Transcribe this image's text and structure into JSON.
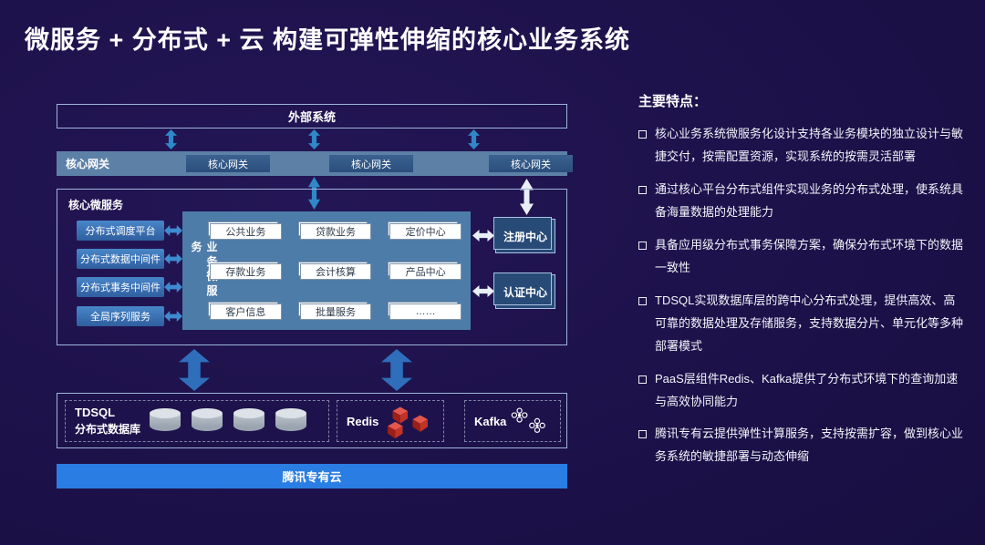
{
  "title": "微服务 + 分布式 + 云 构建可弹性伸缩的核心业务系统",
  "diagram": {
    "external_system": "外部系统",
    "gateway": {
      "label": "核心网关",
      "nodes": [
        "核心网关",
        "核心网关",
        "核心网关"
      ]
    },
    "core": {
      "label": "核心微服务",
      "middleware": [
        "分布式调度平台",
        "分布式数据中间件",
        "分布式事务中间件",
        "全局序列服务"
      ],
      "business_label": "业务微服务",
      "services": [
        "公共业务",
        "贷款业务",
        "定价中心",
        "存款业务",
        "会计核算",
        "产品中心",
        "客户信息",
        "批量服务",
        "……"
      ],
      "registry": "注册中心",
      "auth": "认证中心"
    },
    "data_layer": {
      "tdsql_name": "TDSQL",
      "tdsql_desc": "分布式数据库",
      "redis_label": "Redis",
      "kafka_label": "Kafka"
    },
    "cloud_bar": "腾讯专有云"
  },
  "features": {
    "heading": "主要特点：",
    "items": [
      "核心业务系统微服务化设计支持各业务模块的独立设计与敏捷交付，按需配置资源，实现系统的按需灵活部署",
      "通过核心平台分布式组件实现业务的分布式处理，使系统具备海量数据的处理能力",
      "具备应用级分布式事务保障方案，确保分布式环境下的数据一致性",
      "TDSQL实现数据库层的跨中心分布式处理，提供高效、高可靠的数据处理及存储服务，支持数据分片、单元化等多种部署模式",
      "PaaS层组件Redis、Kafka提供了分布式环境下的查询加速与高效协同能力",
      "腾讯专有云提供弹性计算服务，支持按需扩容，做到核心业务系统的敏捷部署与动态伸缩"
    ]
  },
  "colors": {
    "background": "#1b1047",
    "steel_blue_bar": "#5d80a7",
    "panel_blue": "#4e7ca9",
    "arrow_blue": "#2f88c8",
    "big_arrow_blue": "#2e6eba",
    "cloud_bar_blue": "#2a7de2",
    "redis_red": "#c23327"
  }
}
